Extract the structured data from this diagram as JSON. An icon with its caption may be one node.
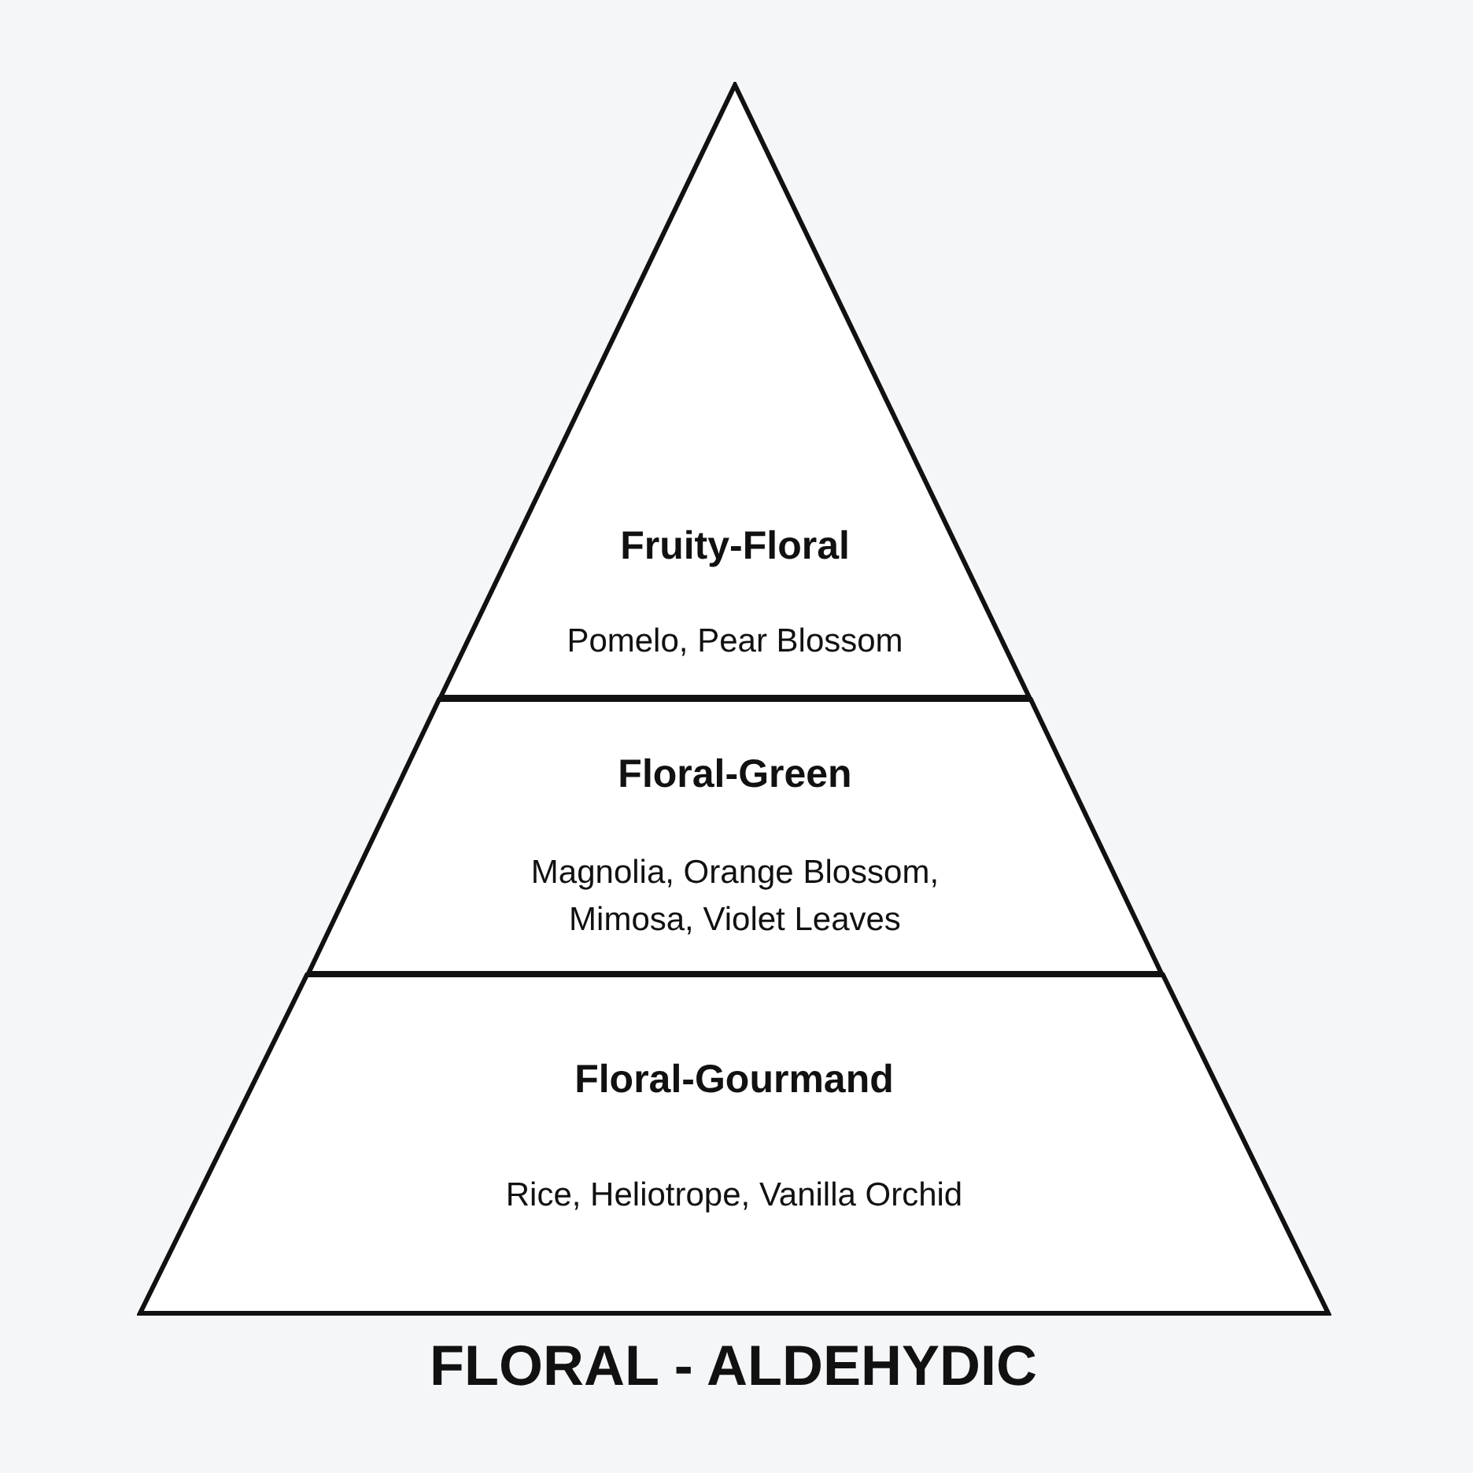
{
  "diagram": {
    "title": "FLORAL - ALDEHYDIC",
    "nodes": [
      {
        "text": [
          "Fruity-Floral",
          "Pomelo, Pear Blossom"
        ]
      },
      {
        "text": [
          "Floral-Green",
          "Magnolia, Orange Blossom, Mimosa, Violet Leaves"
        ]
      },
      {
        "text": [
          "Floral-Gourmand",
          "Rice, Heliotrope, Vanilla Orchid"
        ]
      }
    ]
  }
}
